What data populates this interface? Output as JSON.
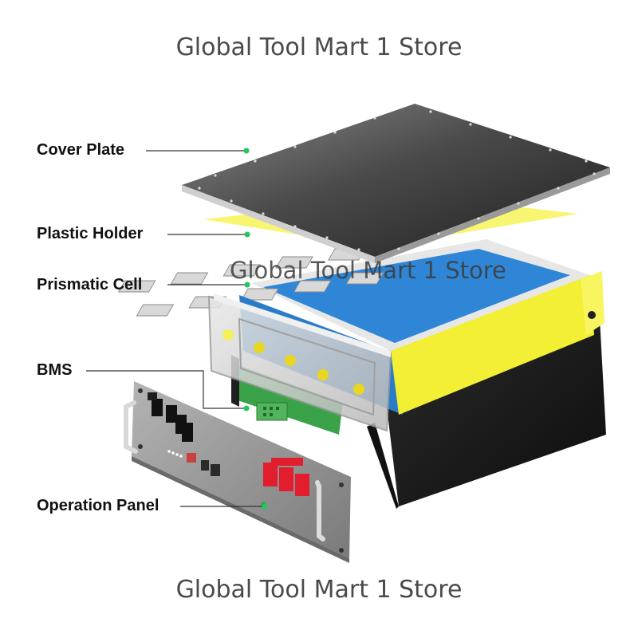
{
  "watermark": {
    "top": "Global Tool Mart 1 Store",
    "middle": "Global Tool Mart 1 Store",
    "bottom": "Global Tool Mart 1 Store"
  },
  "labels": {
    "cover_plate": "Cover Plate",
    "plastic_holder": "Plastic Holder",
    "prismatic_cell": "Prismatic Cell",
    "bms": "BMS",
    "operation_panel": "Operation Panel"
  },
  "colors": {
    "leader_line": "#333333",
    "callout_dot": "#22c55e",
    "cover_plate": "#3a3a3a",
    "plastic_holder": "#f5f23a",
    "prismatic_cell": "#2f86d6",
    "bms_board": "#3aa34a",
    "enclosure": "#1a1a1a",
    "panel": "#9a9a9a",
    "positive_terminal": "#e11d2e"
  }
}
